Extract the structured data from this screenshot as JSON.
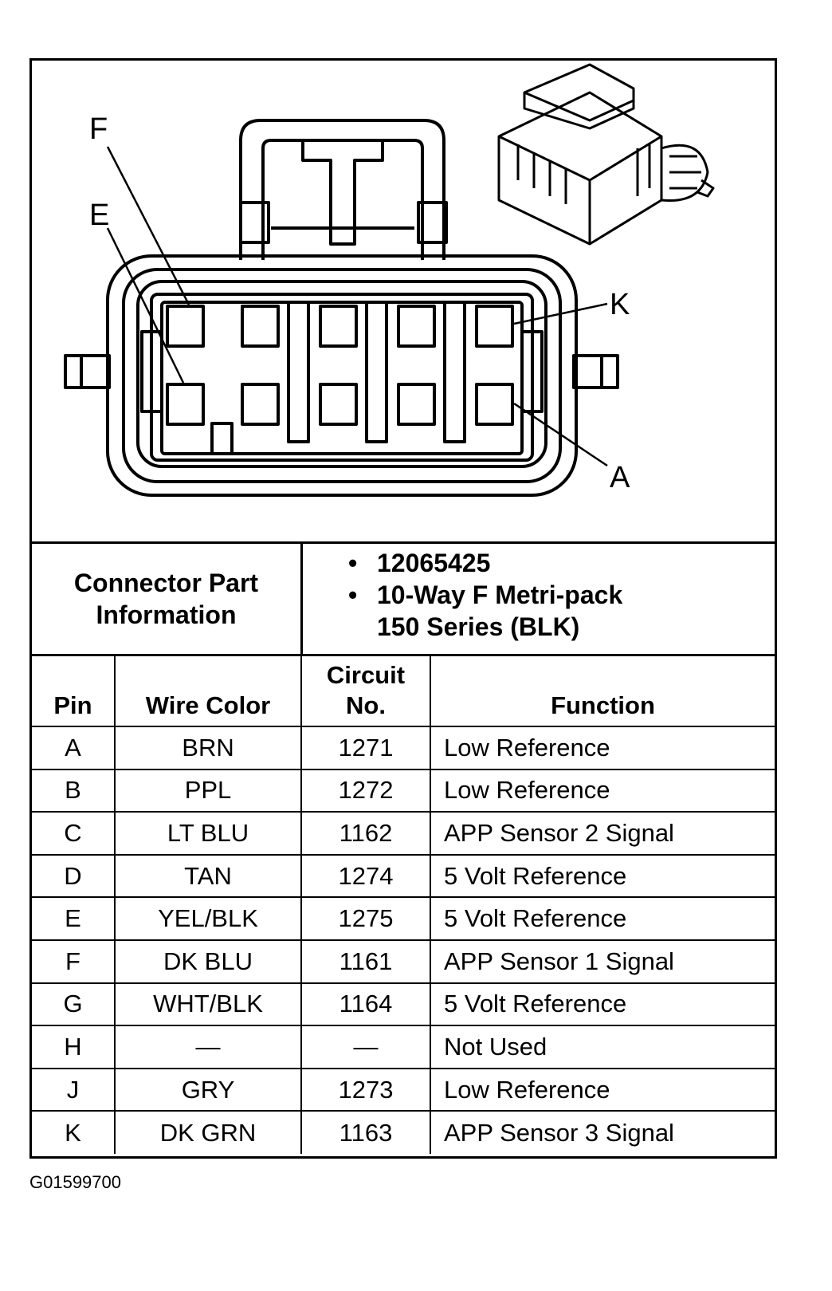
{
  "diagram": {
    "pin_labels": {
      "F": "F",
      "E": "E",
      "K": "K",
      "A": "A"
    }
  },
  "connector_info": {
    "label_line1": "Connector Part",
    "label_line2": "Information",
    "items": [
      "12065425",
      "10-Way F Metri-pack",
      "150 Series (BLK)"
    ]
  },
  "table": {
    "headers": {
      "pin": "Pin",
      "wire_color": "Wire Color",
      "circuit_line1": "Circuit",
      "circuit_line2": "No.",
      "function": "Function"
    },
    "rows": [
      {
        "pin": "A",
        "wire_color": "BRN",
        "circuit": "1271",
        "function": "Low Reference"
      },
      {
        "pin": "B",
        "wire_color": "PPL",
        "circuit": "1272",
        "function": "Low Reference"
      },
      {
        "pin": "C",
        "wire_color": "LT BLU",
        "circuit": "1162",
        "function": "APP Sensor 2 Signal"
      },
      {
        "pin": "D",
        "wire_color": "TAN",
        "circuit": "1274",
        "function": "5 Volt Reference"
      },
      {
        "pin": "E",
        "wire_color": "YEL/BLK",
        "circuit": "1275",
        "function": "5 Volt Reference"
      },
      {
        "pin": "F",
        "wire_color": "DK BLU",
        "circuit": "1161",
        "function": "APP Sensor 1 Signal"
      },
      {
        "pin": "G",
        "wire_color": "WHT/BLK",
        "circuit": "1164",
        "function": "5 Volt Reference"
      },
      {
        "pin": "H",
        "wire_color": "—",
        "circuit": "—",
        "function": "Not Used"
      },
      {
        "pin": "J",
        "wire_color": "GRY",
        "circuit": "1273",
        "function": "Low Reference"
      },
      {
        "pin": "K",
        "wire_color": "DK GRN",
        "circuit": "1163",
        "function": "APP Sensor 3 Signal"
      }
    ]
  },
  "figure_id": "G01599700"
}
